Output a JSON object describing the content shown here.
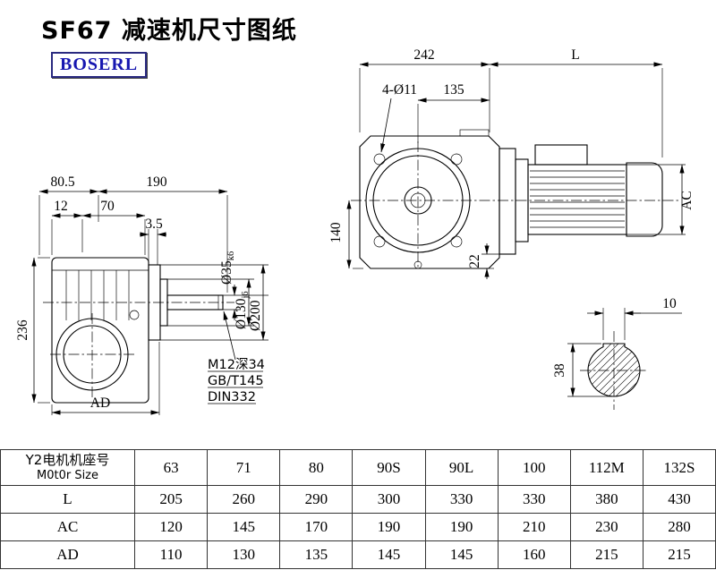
{
  "header": {
    "title": "SF67 减速机尺寸图纸",
    "logo": "BOSERL"
  },
  "side_view": {
    "dim_80_5": "80.5",
    "dim_190": "190",
    "dim_12": "12",
    "dim_70": "70",
    "dim_3_5": "3.5",
    "dim_236": "236",
    "dim_ad": "AD",
    "dia_shaft": "Ø35",
    "dia_shaft_tol": "k6",
    "dia_spigot": "Ø130",
    "dia_spigot_tol": "j6",
    "dia_flange": "Ø200",
    "note_tap": "M12深34",
    "note_std1": "GB/T145",
    "note_std2": "DIN332"
  },
  "front_view": {
    "dim_242": "242",
    "dim_l": "L",
    "dim_holes": "4-Ø11",
    "dim_135": "135",
    "dim_140": "140",
    "dim_22": "22",
    "dim_ac": "AC"
  },
  "shaft_detail": {
    "dim_10": "10",
    "dim_38": "38"
  },
  "table": {
    "header_cn": "Y2电机机座号",
    "header_en": "M0t0r Size",
    "sizes": [
      "63",
      "71",
      "80",
      "90S",
      "90L",
      "100",
      "112M",
      "132S"
    ],
    "rows": [
      {
        "label": "L",
        "values": [
          "205",
          "260",
          "290",
          "300",
          "330",
          "330",
          "380",
          "430"
        ]
      },
      {
        "label": "AC",
        "values": [
          "120",
          "145",
          "170",
          "190",
          "190",
          "210",
          "230",
          "280"
        ]
      },
      {
        "label": "AD",
        "values": [
          "110",
          "130",
          "135",
          "145",
          "145",
          "160",
          "215",
          "215"
        ]
      }
    ]
  }
}
